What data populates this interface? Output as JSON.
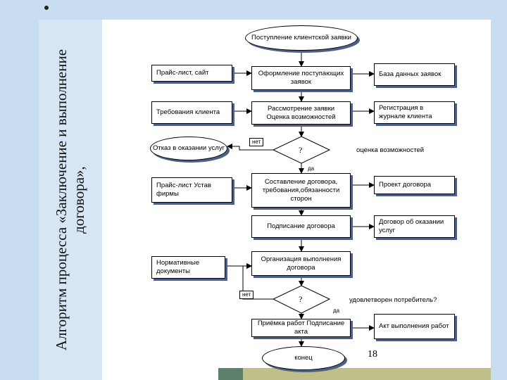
{
  "title": "Алгоритм процесса «Заключение и выполнение договора»,",
  "page_number": "18",
  "nodes": {
    "start": "Поступление клиентской заявки",
    "price_site": "Прайс-лист, сайт",
    "registration": "Оформление поступающих заявок",
    "database": "База данных заявок",
    "client_requirements": "Требования клиента",
    "review": "Рассмотрение заявки Оценка возможностей",
    "client_log": "Регистрация в журнале клиента",
    "refusal": "Отказ в оказании услуг",
    "decision1": "?",
    "decision1_label": "оценка возможностей",
    "price_charter": "Прайс-лист Устав фирмы",
    "draft": "Составление договора, требования,обязанности сторон",
    "contract_project": "Проект договора",
    "signing": "Подписание договора",
    "service_contract": "Договор об оказании услуг",
    "normative_docs": "Нормативные документы",
    "organization": "Организация выполнения договора",
    "decision2": "?",
    "decision2_label": "удовлетворен потребитель?",
    "acceptance": "Приёмка работ Подписание акта",
    "completion_act": "Акт выполнения работ",
    "end": "конец"
  },
  "edge_labels": {
    "no1": "нет",
    "yes1": "да",
    "no2": "нет",
    "yes2": "да"
  },
  "colors": {
    "side_panel": "#c9ddf0",
    "shadow": "#4f5f86",
    "bottom_strip": "#bfbf8a"
  }
}
